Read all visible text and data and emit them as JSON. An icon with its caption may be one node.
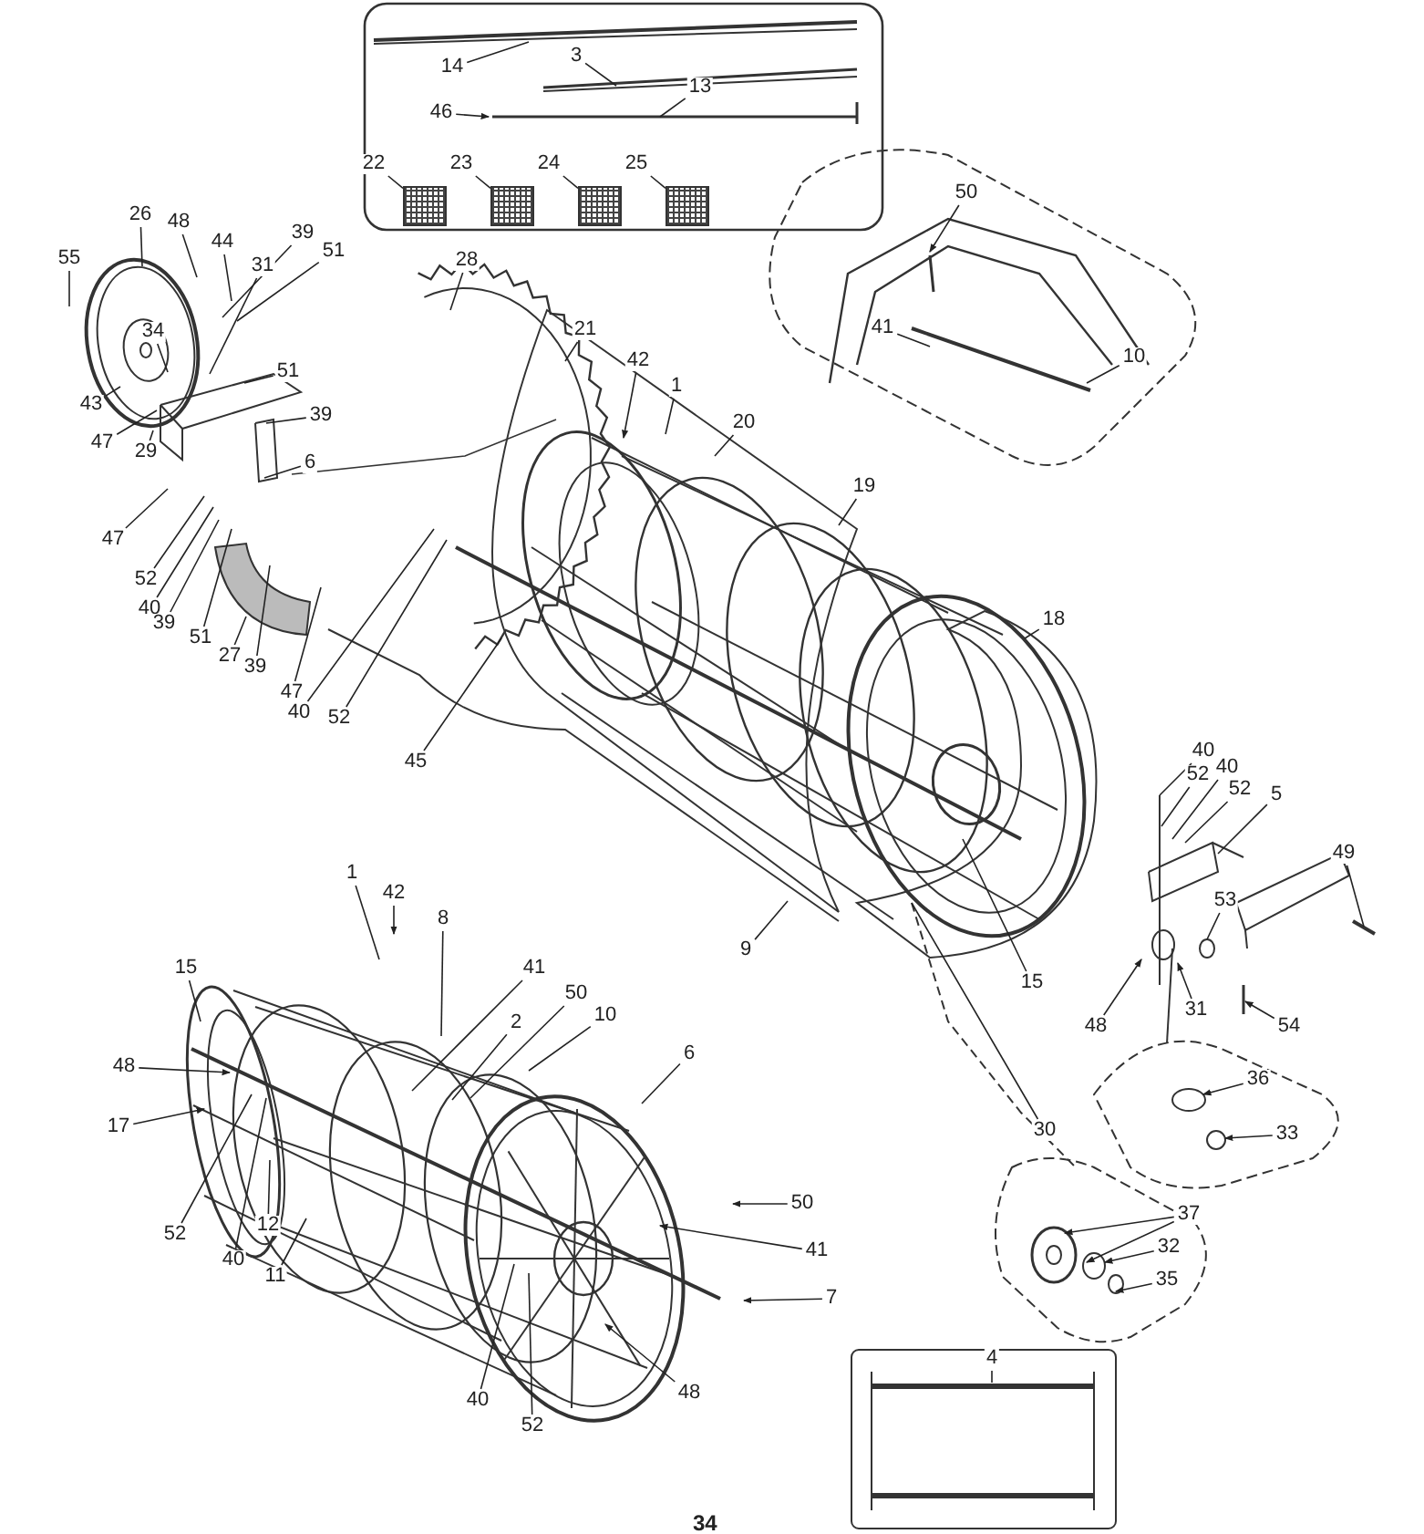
{
  "diagram": {
    "nodes": [
      {
        "text": [
          "14"
        ]
      },
      {
        "text": [
          "3"
        ]
      },
      {
        "text": [
          "13"
        ]
      },
      {
        "text": [
          "46"
        ]
      },
      {
        "text": [
          "22"
        ]
      },
      {
        "text": [
          "23"
        ]
      },
      {
        "text": [
          "24"
        ]
      },
      {
        "text": [
          "25"
        ]
      },
      {
        "text": [
          "50"
        ]
      },
      {
        "text": [
          "41"
        ]
      },
      {
        "text": [
          "10"
        ]
      },
      {
        "text": [
          "55"
        ]
      },
      {
        "text": [
          "26"
        ]
      },
      {
        "text": [
          "48"
        ]
      },
      {
        "text": [
          "44"
        ]
      },
      {
        "text": [
          "31"
        ]
      },
      {
        "text": [
          "39"
        ]
      },
      {
        "text": [
          "51"
        ]
      },
      {
        "text": [
          "34"
        ]
      },
      {
        "text": [
          "28"
        ]
      },
      {
        "text": [
          "51"
        ]
      },
      {
        "text": [
          "39"
        ]
      },
      {
        "text": [
          "6"
        ]
      },
      {
        "text": [
          "43"
        ]
      },
      {
        "text": [
          "47"
        ]
      },
      {
        "text": [
          "29"
        ]
      },
      {
        "text": [
          "21"
        ]
      },
      {
        "text": [
          "42"
        ]
      },
      {
        "text": [
          "1"
        ]
      },
      {
        "text": [
          "20"
        ]
      },
      {
        "text": [
          "47"
        ]
      },
      {
        "text": [
          "52"
        ]
      },
      {
        "text": [
          "40"
        ]
      },
      {
        "text": [
          "39"
        ]
      },
      {
        "text": [
          "51"
        ]
      },
      {
        "text": [
          "27"
        ]
      },
      {
        "text": [
          "39"
        ]
      },
      {
        "text": [
          "47"
        ]
      },
      {
        "text": [
          "40"
        ]
      },
      {
        "text": [
          "52"
        ]
      },
      {
        "text": [
          "45"
        ]
      },
      {
        "text": [
          "19"
        ]
      },
      {
        "text": [
          "18"
        ]
      },
      {
        "text": [
          "9"
        ]
      },
      {
        "text": [
          "15"
        ]
      },
      {
        "text": [
          "30"
        ]
      },
      {
        "text": [
          "40"
        ]
      },
      {
        "text": [
          "52"
        ]
      },
      {
        "text": [
          "40"
        ]
      },
      {
        "text": [
          "52"
        ]
      },
      {
        "text": [
          "5"
        ]
      },
      {
        "text": [
          "49"
        ]
      },
      {
        "text": [
          "53"
        ]
      },
      {
        "text": [
          "54"
        ]
      },
      {
        "text": [
          "31"
        ]
      },
      {
        "text": [
          "48"
        ]
      },
      {
        "text": [
          "36"
        ]
      },
      {
        "text": [
          "33"
        ]
      },
      {
        "text": [
          "37"
        ]
      },
      {
        "text": [
          "32"
        ]
      },
      {
        "text": [
          "35"
        ]
      },
      {
        "text": [
          "4"
        ]
      },
      {
        "text": [
          "1"
        ]
      },
      {
        "text": [
          "42"
        ]
      },
      {
        "text": [
          "8"
        ]
      },
      {
        "text": [
          "15"
        ]
      },
      {
        "text": [
          "41"
        ]
      },
      {
        "text": [
          "50"
        ]
      },
      {
        "text": [
          "2"
        ]
      },
      {
        "text": [
          "10"
        ]
      },
      {
        "text": [
          "48"
        ]
      },
      {
        "text": [
          "6"
        ]
      },
      {
        "text": [
          "17"
        ]
      },
      {
        "text": [
          "12"
        ]
      },
      {
        "text": [
          "11"
        ]
      },
      {
        "text": [
          "52"
        ]
      },
      {
        "text": [
          "40"
        ]
      },
      {
        "text": [
          "50"
        ]
      },
      {
        "text": [
          "41"
        ]
      },
      {
        "text": [
          "7"
        ]
      },
      {
        "text": [
          "48"
        ]
      },
      {
        "text": [
          "40"
        ]
      },
      {
        "text": [
          "52"
        ]
      },
      {
        "text": [],
        "shape": "box"
      },
      {
        "text": [],
        "shape": "box"
      },
      {
        "text": [],
        "shape": "box"
      },
      {
        "text": [],
        "shape": "box"
      }
    ],
    "edges": [
      {
        "from": 0,
        "to": null,
        "arrow": "none"
      },
      {
        "from": 1,
        "to": null,
        "arrow": "none"
      },
      {
        "from": 2,
        "to": null,
        "arrow": "none"
      },
      {
        "from": 3,
        "to": null,
        "arrow": "to"
      },
      {
        "from": 4,
        "to": 83,
        "arrow": "none"
      },
      {
        "from": 5,
        "to": 84,
        "arrow": "none"
      },
      {
        "from": 6,
        "to": 85,
        "arrow": "none"
      },
      {
        "from": 7,
        "to": 86,
        "arrow": "none"
      },
      {
        "from": 8,
        "to": null,
        "arrow": "to"
      },
      {
        "from": 9,
        "to": null,
        "arrow": "none"
      },
      {
        "from": 10,
        "to": null,
        "arrow": "none"
      },
      {
        "from": 11,
        "to": null,
        "arrow": "none"
      },
      {
        "from": 12,
        "to": null,
        "arrow": "none"
      },
      {
        "from": 13,
        "to": null,
        "arrow": "none"
      },
      {
        "from": 14,
        "to": null,
        "arrow": "none"
      },
      {
        "from": 15,
        "to": null,
        "arrow": "none"
      },
      {
        "from": 16,
        "to": null,
        "arrow": "none"
      },
      {
        "from": 17,
        "to": null,
        "arrow": "none"
      },
      {
        "from": 18,
        "to": null,
        "arrow": "none"
      },
      {
        "from": 19,
        "to": null,
        "arrow": "none"
      },
      {
        "from": 20,
        "to": null,
        "arrow": "none"
      },
      {
        "from": 21,
        "to": null,
        "arrow": "none"
      },
      {
        "from": 22,
        "to": null,
        "arrow": "none"
      },
      {
        "from": 23,
        "to": null,
        "arrow": "none"
      },
      {
        "from": 24,
        "to": null,
        "arrow": "none"
      },
      {
        "from": 25,
        "to": null,
        "arrow": "none"
      },
      {
        "from": 26,
        "to": null,
        "arrow": "none"
      },
      {
        "from": 27,
        "to": null,
        "arrow": "to"
      },
      {
        "from": 28,
        "to": null,
        "arrow": "none"
      },
      {
        "from": 29,
        "to": null,
        "arrow": "none"
      },
      {
        "from": 30,
        "to": null,
        "arrow": "none"
      },
      {
        "from": 31,
        "to": null,
        "arrow": "none"
      },
      {
        "from": 32,
        "to": null,
        "arrow": "none"
      },
      {
        "from": 33,
        "to": null,
        "arrow": "none"
      },
      {
        "from": 34,
        "to": null,
        "arrow": "none"
      },
      {
        "from": 35,
        "to": null,
        "arrow": "none"
      },
      {
        "from": 36,
        "to": null,
        "arrow": "none"
      },
      {
        "from": 37,
        "to": null,
        "arrow": "none"
      },
      {
        "from": 38,
        "to": null,
        "arrow": "none"
      },
      {
        "from": 39,
        "to": null,
        "arrow": "none"
      },
      {
        "from": 40,
        "to": null,
        "arrow": "none"
      },
      {
        "from": 41,
        "to": null,
        "arrow": "none"
      },
      {
        "from": 42,
        "to": null,
        "arrow": "none"
      },
      {
        "from": 43,
        "to": null,
        "arrow": "none"
      },
      {
        "from": 44,
        "to": null,
        "arrow": "none"
      },
      {
        "from": 45,
        "to": null,
        "arrow": "none"
      },
      {
        "from": 46,
        "to": null,
        "arrow": "none"
      },
      {
        "from": 47,
        "to": null,
        "arrow": "none"
      },
      {
        "from": 48,
        "to": null,
        "arrow": "none"
      },
      {
        "from": 49,
        "to": null,
        "arrow": "none"
      },
      {
        "from": 50,
        "to": null,
        "arrow": "none"
      },
      {
        "from": 51,
        "to": null,
        "arrow": "none"
      },
      {
        "from": 52,
        "to": null,
        "arrow": "none"
      },
      {
        "from": 53,
        "to": null,
        "arrow": "to"
      },
      {
        "from": 54,
        "to": null,
        "arrow": "to"
      },
      {
        "from": 55,
        "to": null,
        "arrow": "to"
      },
      {
        "from": 56,
        "to": null,
        "arrow": "to"
      },
      {
        "from": 57,
        "to": null,
        "arrow": "to"
      },
      {
        "from": 58,
        "to": null,
        "arrow": "to"
      },
      {
        "from": 58,
        "to": null,
        "arrow": "to"
      },
      {
        "from": 59,
        "to": null,
        "arrow": "to"
      },
      {
        "from": 60,
        "to": null,
        "arrow": "to"
      },
      {
        "from": 61,
        "to": null,
        "arrow": "none"
      },
      {
        "from": 62,
        "to": null,
        "arrow": "none"
      },
      {
        "from": 63,
        "to": null,
        "arrow": "to"
      },
      {
        "from": 64,
        "to": null,
        "arrow": "none"
      },
      {
        "from": 65,
        "to": null,
        "arrow": "none"
      },
      {
        "from": 66,
        "to": null,
        "arrow": "none"
      },
      {
        "from": 67,
        "to": null,
        "arrow": "none"
      },
      {
        "from": 68,
        "to": null,
        "arrow": "none"
      },
      {
        "from": 69,
        "to": null,
        "arrow": "none"
      },
      {
        "from": 70,
        "to": null,
        "arrow": "to"
      },
      {
        "from": 71,
        "to": null,
        "arrow": "none"
      },
      {
        "from": 72,
        "to": null,
        "arrow": "to"
      },
      {
        "from": 73,
        "to": null,
        "arrow": "none"
      },
      {
        "from": 74,
        "to": null,
        "arrow": "none"
      },
      {
        "from": 75,
        "to": null,
        "arrow": "none"
      },
      {
        "from": 76,
        "to": null,
        "arrow": "none"
      },
      {
        "from": 77,
        "to": null,
        "arrow": "to"
      },
      {
        "from": 78,
        "to": null,
        "arrow": "to"
      },
      {
        "from": 79,
        "to": null,
        "arrow": "to"
      },
      {
        "from": 80,
        "to": null,
        "arrow": "to"
      },
      {
        "from": 81,
        "to": null,
        "arrow": "none"
      },
      {
        "from": 82,
        "to": null,
        "arrow": "none"
      }
    ],
    "labels": [
      "34"
    ]
  }
}
